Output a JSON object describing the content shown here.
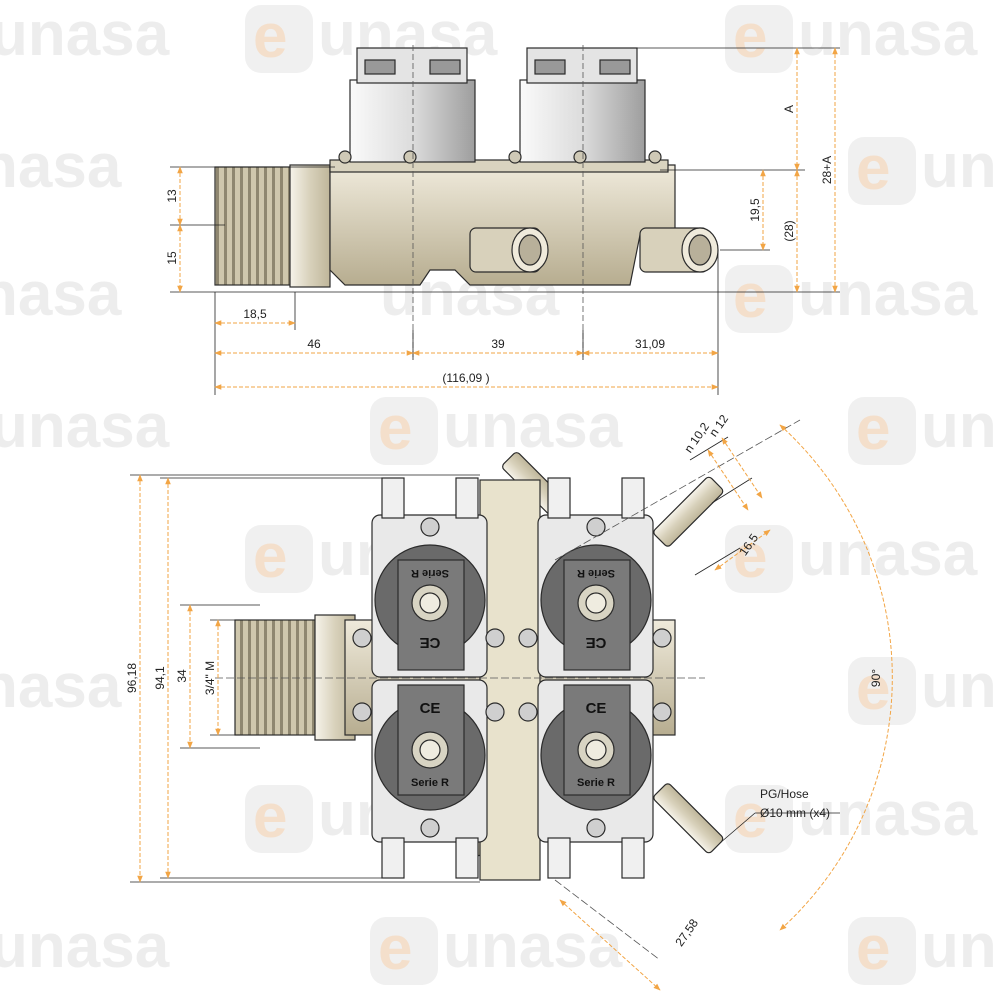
{
  "watermark": {
    "brand_first": "e",
    "brand_rest": "unasa",
    "truncated_a": "unasa",
    "truncated_b": "un",
    "truncated_c": "nasa"
  },
  "top_view": {
    "dims": {
      "h13": "13",
      "h15": "15",
      "w18_5": "18,5",
      "w46": "46",
      "w39": "39",
      "w31_09": "31,09",
      "w_total": "(116,09 )",
      "vA": "A",
      "v19_5": "19,5",
      "v28": "(28)",
      "v28A": "28+A"
    }
  },
  "bottom_view": {
    "dims": {
      "h96_18": "96,18",
      "h94_1": "94,1",
      "h34": "34",
      "thread": "3/4\" M",
      "n12": "n 12",
      "n10_2": "n 10,2",
      "d16_5": "16,5",
      "angle": "90°",
      "d27_58": "27,58"
    },
    "callout": {
      "line1": "PG/Hose",
      "line2": "Ø10 mm (x4)"
    },
    "coil_labels": {
      "serie": "Serie R",
      "ce": "CE"
    }
  },
  "colors": {
    "dim_line": "#f2a545",
    "edge": "#2b2b2b",
    "body": "#c9c2a8",
    "coil": "#5a5a5a",
    "plastic_light": "#ebe6d6"
  }
}
